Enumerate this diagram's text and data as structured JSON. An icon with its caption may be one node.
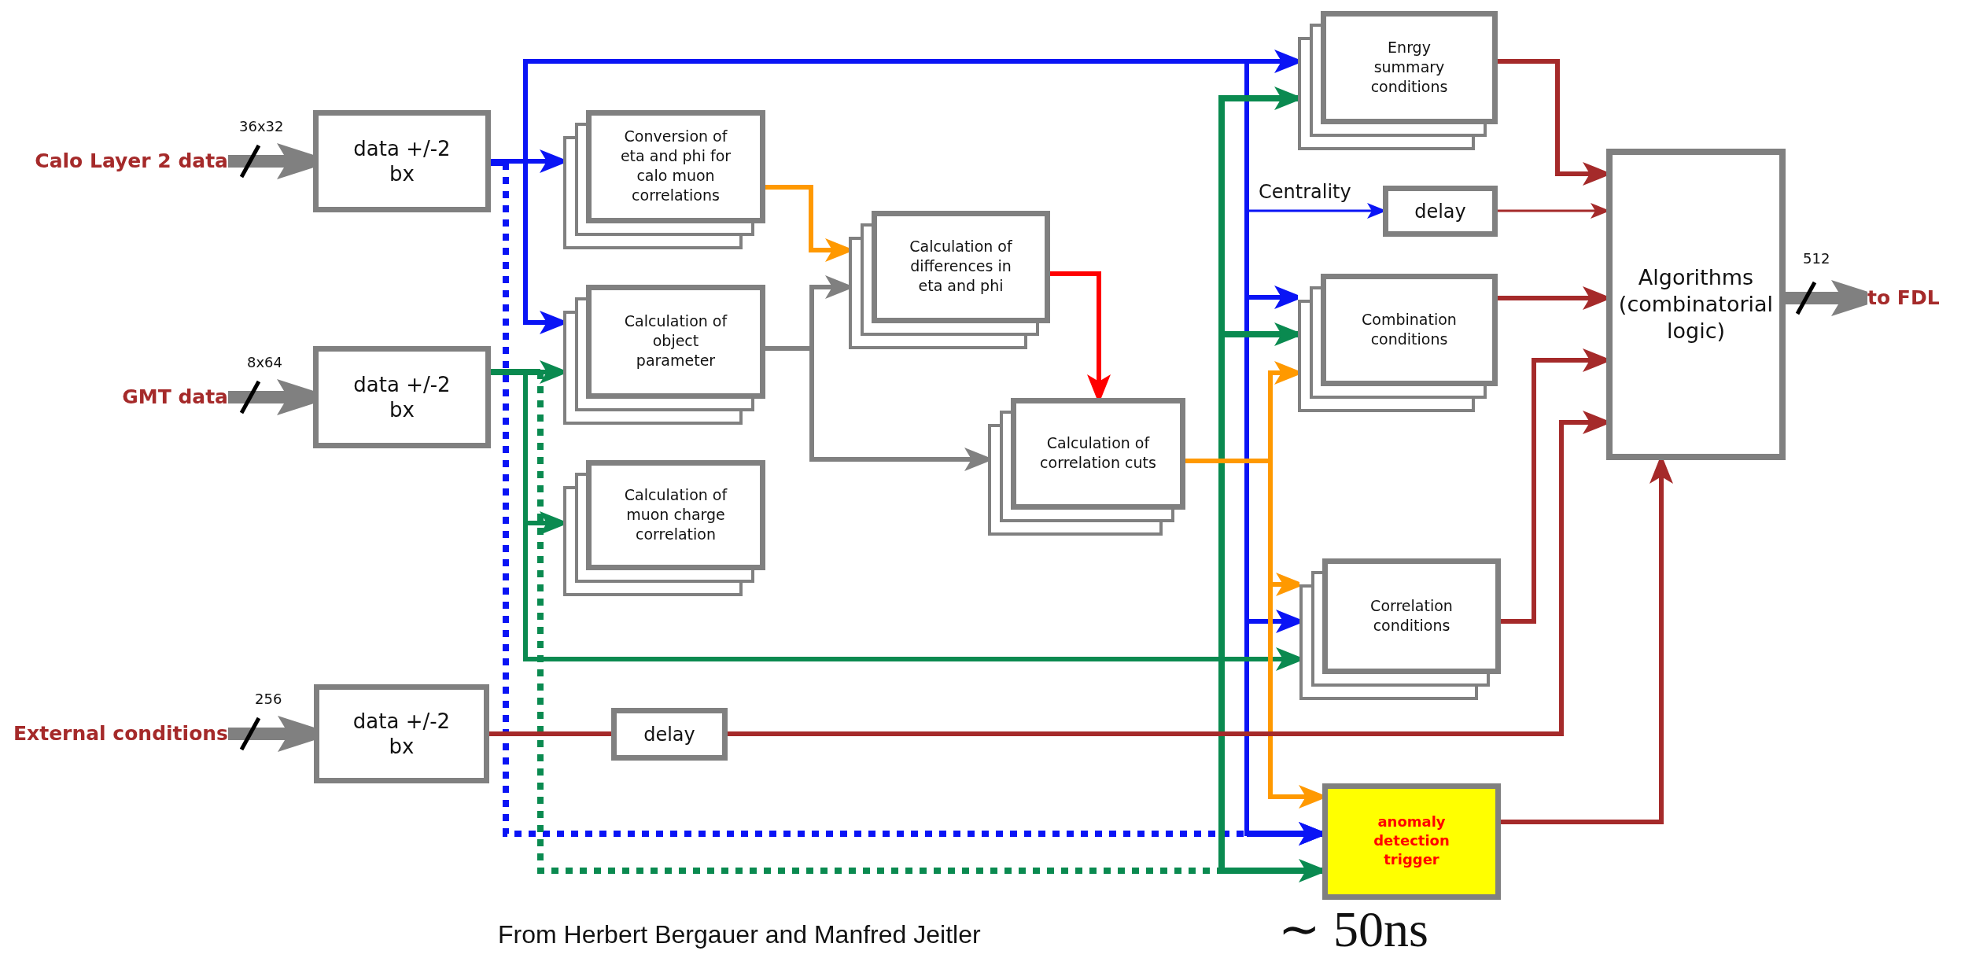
{
  "diagram": {
    "caption": "From Herbert Bergauer and Manfred Jeitler",
    "nodes": [
      {
        "text": [
          "Calo Layer 2 data"
        ]
      },
      {
        "text": [
          "GMT data"
        ]
      },
      {
        "text": [
          "External conditions"
        ]
      },
      {
        "text": [
          "data +/-2 bx"
        ]
      },
      {
        "text": [
          "data +/-2 bx"
        ]
      },
      {
        "text": [
          "data +/-2 bx"
        ]
      },
      {
        "text": [
          "Conversion of eta and phi for calo muon correlations"
        ]
      },
      {
        "text": [
          "Calculation of object parameter"
        ]
      },
      {
        "text": [
          "Calculation of muon charge correlation"
        ]
      },
      {
        "text": [
          "Calculation of differences in eta and phi"
        ]
      },
      {
        "text": [
          "Calculation of correlation cuts"
        ]
      },
      {
        "text": [
          "Enrgy summary conditions"
        ]
      },
      {
        "text": [
          "delay"
        ]
      },
      {
        "text": [
          "Combination conditions"
        ]
      },
      {
        "text": [
          "Correlation conditions"
        ]
      },
      {
        "text": [
          "anomaly detection trigger"
        ]
      },
      {
        "text": [
          "delay"
        ]
      },
      {
        "text": [
          "Algorithms (combinatorial logic)"
        ]
      },
      {
        "text": [
          "to FDL"
        ]
      }
    ],
    "edges": [
      {
        "from": 0,
        "to": 3,
        "arrow": "to",
        "style": "thick",
        "color": "#808080",
        "label": "36x32"
      },
      {
        "from": 1,
        "to": 4,
        "arrow": "to",
        "style": "thick",
        "color": "#808080",
        "label": "8x64"
      },
      {
        "from": 2,
        "to": 5,
        "arrow": "to",
        "style": "thick",
        "color": "#808080",
        "label": "256"
      },
      {
        "from": 3,
        "to": 6,
        "arrow": "to",
        "color": "#0a14f5"
      },
      {
        "from": 3,
        "to": 7,
        "arrow": "to",
        "color": "#0a14f5"
      },
      {
        "from": 3,
        "to": 11,
        "arrow": "to",
        "color": "#0a14f5"
      },
      {
        "from": 3,
        "to": 12,
        "arrow": "to",
        "color": "#0a14f5",
        "label": "Centrality"
      },
      {
        "from": 3,
        "to": 13,
        "arrow": "to",
        "color": "#0a14f5"
      },
      {
        "from": 3,
        "to": 14,
        "arrow": "to",
        "color": "#0a14f5"
      },
      {
        "from": 3,
        "to": 15,
        "arrow": "to",
        "color": "#0a14f5"
      },
      {
        "from": 3,
        "to": 15,
        "arrow": "to",
        "style": "dashed",
        "color": "#0a14f5"
      },
      {
        "from": 4,
        "to": 7,
        "arrow": "to",
        "color": "#0a8a50"
      },
      {
        "from": 4,
        "to": 8,
        "arrow": "to",
        "color": "#0a8a50"
      },
      {
        "from": 4,
        "to": 14,
        "arrow": "to",
        "color": "#0a8a50"
      },
      {
        "from": 4,
        "to": 11,
        "arrow": "to",
        "style": "dashed",
        "color": "#0a8a50"
      },
      {
        "from": 4,
        "to": 13,
        "arrow": "to",
        "style": "dashed",
        "color": "#0a8a50"
      },
      {
        "from": 4,
        "to": 15,
        "arrow": "to",
        "style": "dashed",
        "color": "#0a8a50"
      },
      {
        "from": 6,
        "to": 9,
        "arrow": "to",
        "color": "#ff9900"
      },
      {
        "from": 7,
        "to": 9,
        "arrow": "to",
        "color": "#808080"
      },
      {
        "from": 7,
        "to": 10,
        "arrow": "to",
        "color": "#808080"
      },
      {
        "from": 9,
        "to": 10,
        "arrow": "to",
        "color": "#ff0000"
      },
      {
        "from": 10,
        "to": 13,
        "arrow": "to",
        "color": "#ff9900"
      },
      {
        "from": 10,
        "to": 14,
        "arrow": "to",
        "color": "#ff9900"
      },
      {
        "from": 10,
        "to": 15,
        "arrow": "to",
        "color": "#ff9900"
      },
      {
        "from": 11,
        "to": 17,
        "arrow": "to",
        "color": "#a52a2a"
      },
      {
        "from": 12,
        "to": 17,
        "arrow": "to",
        "color": "#a52a2a"
      },
      {
        "from": 13,
        "to": 17,
        "arrow": "to",
        "color": "#a52a2a"
      },
      {
        "from": 14,
        "to": 17,
        "arrow": "to",
        "color": "#a52a2a"
      },
      {
        "from": 16,
        "to": 17,
        "arrow": "to",
        "color": "#a52a2a"
      },
      {
        "from": 5,
        "to": 16,
        "arrow": "none",
        "color": "#a52a2a"
      },
      {
        "from": 15,
        "to": 17,
        "arrow": "to",
        "color": "#a52a2a"
      },
      {
        "from": 17,
        "to": 18,
        "arrow": "to",
        "style": "thick",
        "color": "#808080",
        "label": "512"
      }
    ],
    "labels": [
      "∼ 50ns"
    ]
  }
}
